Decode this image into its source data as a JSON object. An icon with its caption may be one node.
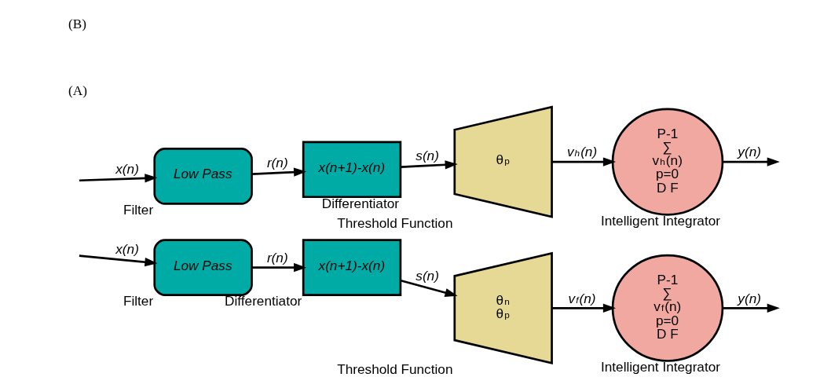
{
  "diagram": {
    "nodes": [
      {
        "text": [
          "Low Pass"
        ],
        "beside": [
          "Filter"
        ]
      },
      {
        "text": [
          "x(n+1)-x(n)"
        ],
        "beside": [
          "Differentiator"
        ]
      },
      {
        "text": [
          "θ$_{p}$"
        ],
        "beside": [
          "Threshold Function"
        ]
      },
      {
        "text": [
          "P-1",
          "∑",
          "v$_{h}$(n)",
          "p=0",
          "D F"
        ],
        "beside": [
          "Intelligent Integrator"
        ]
      },
      {
        "text": [
          "Low Pass"
        ],
        "beside": [
          "Filter"
        ]
      },
      {
        "text": [
          "x(n+1)-x(n)"
        ],
        "beside": [
          "Differentiator"
        ]
      },
      {
        "text": [
          "θ$_{n}$",
          "θ$_{p}$"
        ],
        "beside": [
          "Threshold Function"
        ]
      },
      {
        "text": [
          "P-1",
          "∑",
          "v$_{f}$(n)",
          "p=0",
          "D F"
        ],
        "beside": [
          "Intelligent Integrator"
        ]
      }
    ],
    "edges": [
      {
        "from": null,
        "to": 0,
        "arrow": "to",
        "label": "x(n)"
      },
      {
        "from": 0,
        "to": 1,
        "arrow": "to",
        "label": "r(n)"
      },
      {
        "from": 1,
        "to": 2,
        "arrow": "to",
        "label": "s(n)"
      },
      {
        "from": 2,
        "to": 3,
        "arrow": "to",
        "label": "v$_{h}$(n)"
      },
      {
        "from": 3,
        "to": null,
        "arrow": "to",
        "label": "y(n)"
      },
      {
        "from": null,
        "to": 4,
        "arrow": "to",
        "label": "x(n)"
      },
      {
        "from": 4,
        "to": 5,
        "arrow": "to",
        "label": "r(n)"
      },
      {
        "from": 5,
        "to": 6,
        "arrow": "to",
        "label": "s(n)"
      },
      {
        "from": 6,
        "to": 7,
        "arrow": "to",
        "label": "v$_{f}$(n)"
      },
      {
        "from": 7,
        "to": null,
        "arrow": "to",
        "label": "y(n)"
      }
    ],
    "labels": [
      "(A)",
      "(B)"
    ]
  }
}
